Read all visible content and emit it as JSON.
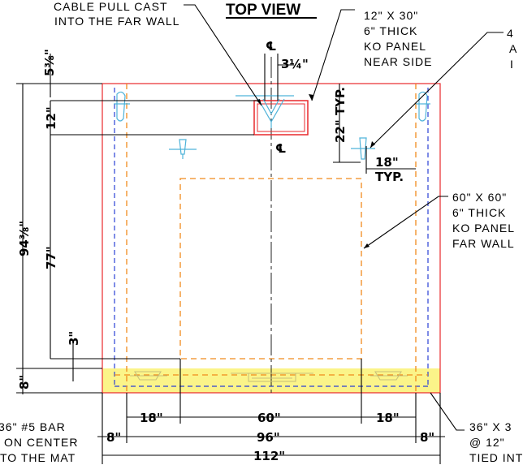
{
  "title": "TOP VIEW",
  "notes": {
    "cable_pull_1": "CABLE PULL CAST",
    "cable_pull_2": "INTO THE FAR WALL",
    "ko_near_1": "12\" X 30\"",
    "ko_near_2": "6\" THICK",
    "ko_near_3": "KO PANEL",
    "ko_near_4": "NEAR SIDE",
    "ko_far_1": "60\" X 60\"",
    "ko_far_2": "6\" THICK",
    "ko_far_3": "KO PANEL",
    "ko_far_4": "FAR WALL",
    "bar_left_1": "36\" #5 BAR",
    "bar_left_2": "ON CENTER",
    "bar_left_3": "TO THE MAT",
    "bar_right_1": "36\" X 3",
    "bar_right_2": "@ 12\"",
    "bar_right_3": "TIED INT",
    "cut_top_1": "4",
    "cut_top_2": "A",
    "cut_top_3": "I"
  },
  "centerline": "℄",
  "dimensions": {
    "d_5_3_8": "5⅜\"",
    "d_3_1_4": "3¼\"",
    "d_12": "12\"",
    "d_22_typ": "22\" TYP.",
    "d_18_typ_a": "18\"",
    "d_18_typ_b": "TYP.",
    "d_94_3_8": "94⅜\"",
    "d_77": "77\"",
    "d_3": "3\"",
    "d_8_left": "8\"",
    "d_18_bl": "18\"",
    "d_60": "60\"",
    "d_18_br": "18\"",
    "d_8_bl": "8\"",
    "d_96": "96\"",
    "d_8_br": "8\"",
    "d_112": "112\""
  },
  "colors": {
    "outline": "#e8282c",
    "dashed_orange": "#f08a1c",
    "dashed_blue": "#2a3fd6",
    "slab_fill": "#fbf489",
    "fitting": "#4fb3d9",
    "slab_fitting": "#c9c07a"
  }
}
